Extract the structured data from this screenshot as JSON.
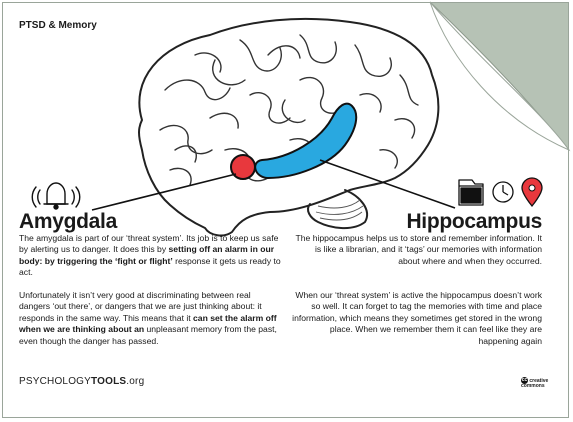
{
  "title": "PTSD & Memory",
  "amygdala": {
    "heading": "Amygdala",
    "p1_a": "The amygdala is part of our ‘threat system’.  Its job is to keep us safe by alerting us to danger.  It does this by",
    "p1_b": "setting off an alarm in our body:  by triggering the ‘fight or flight’",
    "p1_c": "response it gets us ready to act.",
    "p2_a": "Unfortunately it isn’t very good at discriminating between real dangers ‘out there’, or dangers that we are just thinking about:  it responds in the same way.  This means that it",
    "p2_b": "can set the alarm off when we are thinking about an",
    "p2_c": "unpleasant memory from the past, even though the danger has passed."
  },
  "hippocampus": {
    "heading": "Hippocampus",
    "p1": "The hippocampus helps us to store and remember information.  It is like a librarian, and it ‘tags’ our memories with information about where and when they occurred.",
    "p2": "When our ‘threat system’ is active the hippocampus doesn’t work so well.  It can forget to tag the memories with time and place information, which means they sometimes get stored in the wrong place.  When we remember them it can feel like they are happening again"
  },
  "footer": {
    "logo_main": "PSYCHOLOGY",
    "logo_tools": "TOOLS",
    "logo_suffix": ".org",
    "cc_label": "creative commons"
  },
  "colors": {
    "amygdala": "#e8383d",
    "hippocampus": "#29a8e0",
    "curl": "#b6c2b5"
  },
  "icons": [
    "alarm-bell-icon",
    "folder-icon",
    "clock-icon",
    "map-pin-icon"
  ]
}
